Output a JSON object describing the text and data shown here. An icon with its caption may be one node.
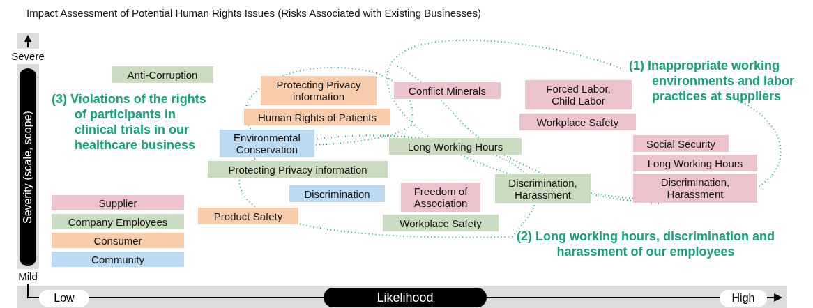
{
  "diagram": {
    "title": "Impact Assessment of Potential Human Rights Issues (Risks Associated with Existing Businesses)",
    "nodes": [
      {
        "text": [
          "Anti-Corruption"
        ]
      },
      {
        "text": [
          "Protecting Privacy information"
        ]
      },
      {
        "text": [
          "Conflict Minerals"
        ]
      },
      {
        "text": [
          "Forced Labor, Child Labor"
        ]
      },
      {
        "text": [
          "Human Rights of Patients"
        ]
      },
      {
        "text": [
          "Workplace Safety"
        ]
      },
      {
        "text": [
          "Environmental Conservation"
        ]
      },
      {
        "text": [
          "Long Working Hours"
        ]
      },
      {
        "text": [
          "Social Security"
        ]
      },
      {
        "text": [
          "Protecting Privacy information"
        ]
      },
      {
        "text": [
          "Long Working Hours"
        ]
      },
      {
        "text": [
          "Discrimination"
        ]
      },
      {
        "text": [
          "Freedom of Association"
        ]
      },
      {
        "text": [
          "Discrimination, Harassment"
        ]
      },
      {
        "text": [
          "Discrimination, Harassment"
        ]
      },
      {
        "text": [
          "Product Safety"
        ]
      },
      {
        "text": [
          "Workplace Safety"
        ]
      }
    ],
    "labels": [
      "Severe",
      "(1) Inappropriate working environments and labor practices at suppliers",
      "(3) Violations of the rights of participants in clinical trials in our healthcare business",
      "Severity (scale, scope)",
      "(2) Long working hours, discrimination and harassment of our employees",
      "Mild",
      "Low",
      "Likelihood",
      "High"
    ],
    "legend": [
      {
        "text": "Supplier",
        "color": "#ecc3cc"
      },
      {
        "text": "Company Employees",
        "color": "#c9dcbf"
      },
      {
        "text": "Consumer",
        "color": "#f8ccab"
      },
      {
        "text": "Community",
        "color": "#bcdaf1"
      }
    ]
  }
}
